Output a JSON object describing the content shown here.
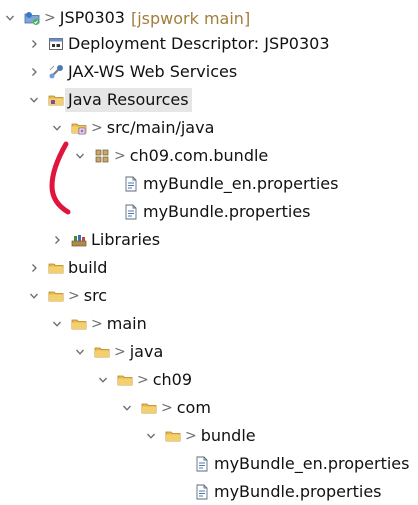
{
  "tree": {
    "project": {
      "name": "JSP0303",
      "branch": "[jspwork main]",
      "decorator": ">"
    },
    "deployment_descriptor": "Deployment Descriptor: JSP0303",
    "jaxws": "JAX-WS Web Services",
    "java_resources": "Java Resources",
    "src_main_java": {
      "decorator": ">",
      "label": "src/main/java"
    },
    "package": {
      "decorator": ">",
      "label": "ch09.com.bundle"
    },
    "pkg_file_en": "myBundle_en.properties",
    "pkg_file": "myBundle.properties",
    "libraries": "Libraries",
    "build": "build",
    "src": {
      "decorator": ">",
      "label": "src"
    },
    "main": {
      "decorator": ">",
      "label": "main"
    },
    "java": {
      "decorator": ">",
      "label": "java"
    },
    "ch09": {
      "decorator": ">",
      "label": "ch09"
    },
    "com": {
      "decorator": ">",
      "label": "com"
    },
    "bundle": {
      "decorator": ">",
      "label": "bundle"
    },
    "file_en": "myBundle_en.properties",
    "file": "myBundle.properties"
  },
  "colors": {
    "selection": "#e6e6e6",
    "branch_text": "#a27d3a",
    "annotation_stroke": "#e0143c",
    "folder": "#e8b84a"
  },
  "icons": {
    "project": "eclipse-project-icon",
    "deployment": "deployment-descriptor-icon",
    "jaxws": "web-services-icon",
    "folder": "folder-icon",
    "source_folder": "source-folder-icon",
    "package": "package-icon",
    "properties": "properties-file-icon",
    "libraries": "libraries-icon"
  }
}
